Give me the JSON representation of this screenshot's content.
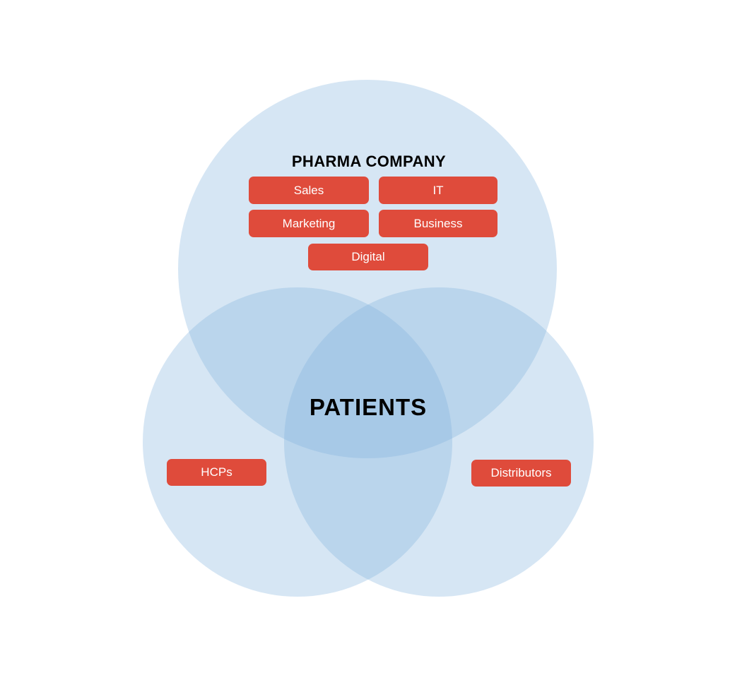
{
  "colors": {
    "background": "#FFFFFF",
    "circle_fill_rgba": "rgba(127,178,220,0.32)",
    "button_bg": "#DF4B3B",
    "button_text": "#FFFFFF",
    "title_color": "#000000"
  },
  "venn": {
    "type": "venn-3-circle",
    "center_label": "PATIENTS",
    "top_circle": {
      "title": "PHARMA COMPANY",
      "buttons": {
        "sales": "Sales",
        "it": "IT",
        "marketing": "Marketing",
        "business": "Business",
        "digital": "Digital"
      }
    },
    "bottom_left_circle": {
      "button": "HCPs"
    },
    "bottom_right_circle": {
      "button": "Distributors"
    }
  }
}
